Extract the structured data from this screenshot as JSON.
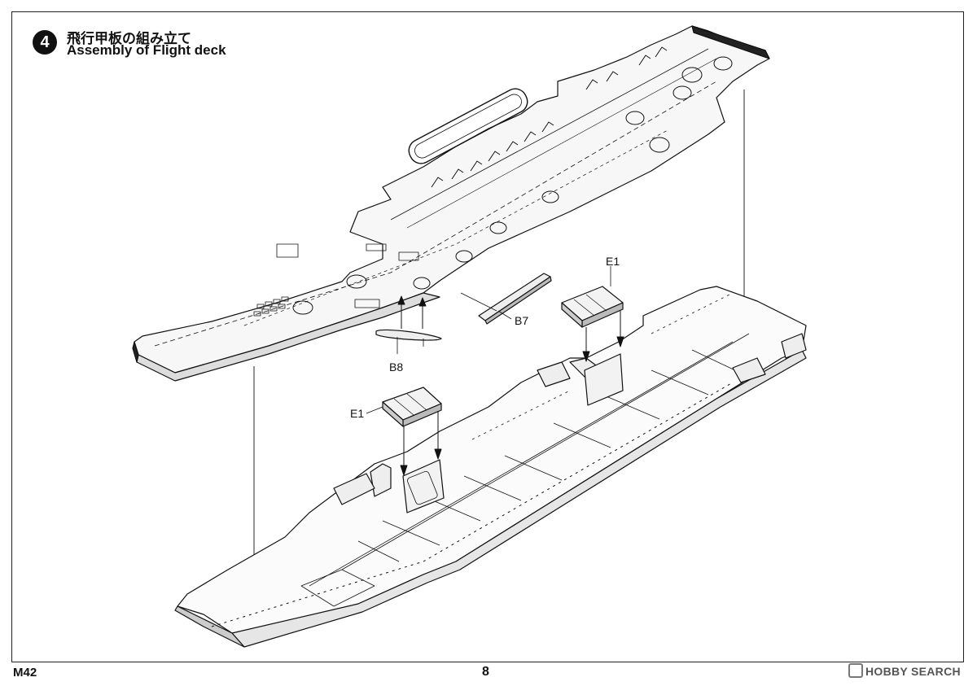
{
  "step": {
    "number": "4",
    "title_ja": "飛行甲板の組み立て",
    "title_en": "Assembly of Flight deck"
  },
  "parts": {
    "b7": "B7",
    "b8": "B8",
    "e1_top": "E1",
    "e1_bottom": "E1"
  },
  "footer": {
    "model": "M42",
    "page": "8",
    "watermark": "HOBBY SEARCH"
  }
}
